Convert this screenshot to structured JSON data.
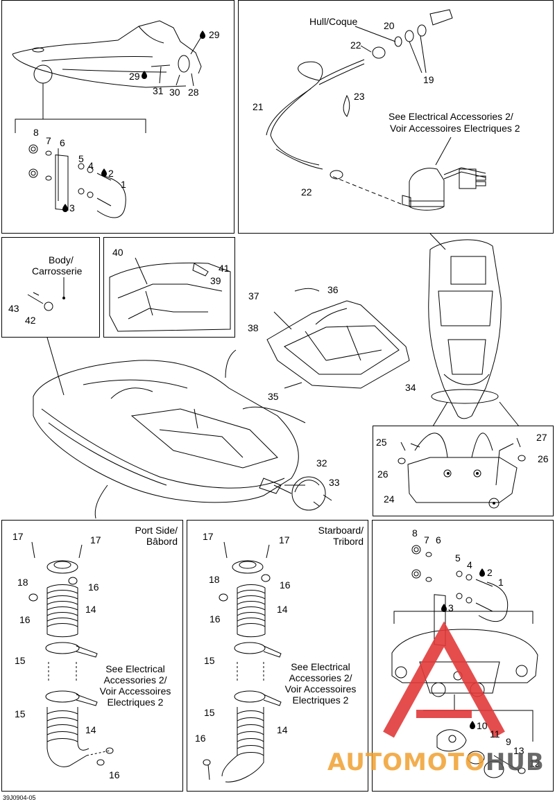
{
  "figure_code": "39J0904-05",
  "labels": {
    "hull": "Hull/Coque",
    "see_elec_top_1": "See Electrical Accessories 2/",
    "see_elec_top_2": "Voir Accessoires Electriques 2",
    "body_1": "Body/",
    "body_2": "Carrosserie",
    "port_1": "Port Side/",
    "port_2": "Bâbord",
    "starboard_1": "Starboard/",
    "starboard_2": "Tribord",
    "see_elec_a_1": "See Electrical",
    "see_elec_a_2": "Accessories 2/",
    "see_elec_a_3": "Voir Accessoires",
    "see_elec_a_4": "Electriques 2"
  },
  "numbers": [
    "1",
    "2",
    "3",
    "4",
    "5",
    "6",
    "7",
    "8",
    "9",
    "10",
    "11",
    "12",
    "13",
    "14",
    "15",
    "16",
    "17",
    "18",
    "19",
    "20",
    "21",
    "22",
    "23",
    "24",
    "25",
    "26",
    "27",
    "28",
    "29",
    "30",
    "31",
    "32",
    "33",
    "34",
    "35",
    "36",
    "37",
    "38",
    "39",
    "40",
    "41",
    "42",
    "43"
  ],
  "watermark": {
    "text_part1": "AUTOMOTO",
    "text_part2": "HUB",
    "color_primary": "#f0a030",
    "color_secondary": "#505050",
    "logo_color": "#e23a3a"
  }
}
